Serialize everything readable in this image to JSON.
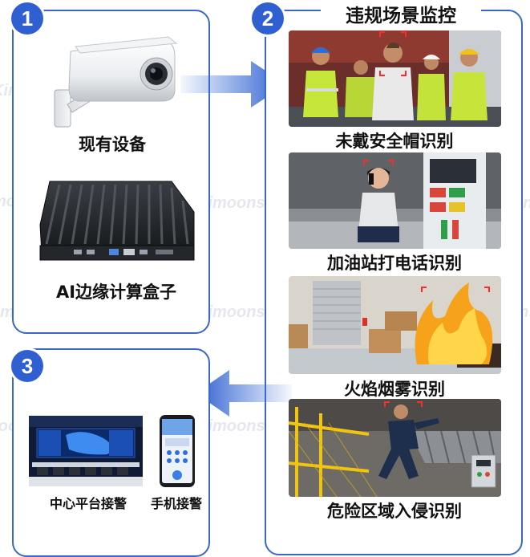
{
  "steps": {
    "one": "1",
    "two": "2",
    "three": "3"
  },
  "section2": {
    "title": "违规场景监控"
  },
  "section1": {
    "camera_label": "现有设备",
    "box_label": "AI边缘计算盒子"
  },
  "scenes": [
    {
      "caption": "未戴安全帽识别",
      "icon": "workers-helmet-photo"
    },
    {
      "caption": "加油站打电话识别",
      "icon": "gas-station-phone-photo"
    },
    {
      "caption": "火焰烟雾识别",
      "icon": "warehouse-fire-photo"
    },
    {
      "caption": "危险区域入侵识别",
      "icon": "danger-zone-intrusion-photo"
    }
  ],
  "section3": {
    "center_label": "中心平台接警",
    "phone_label": "手机接警"
  },
  "watermark": {
    "text": "Kimoons天木"
  },
  "colors": {
    "accent": "#2f5fd0",
    "border": "#3a68c8",
    "arrow": "#3a6fd6"
  }
}
